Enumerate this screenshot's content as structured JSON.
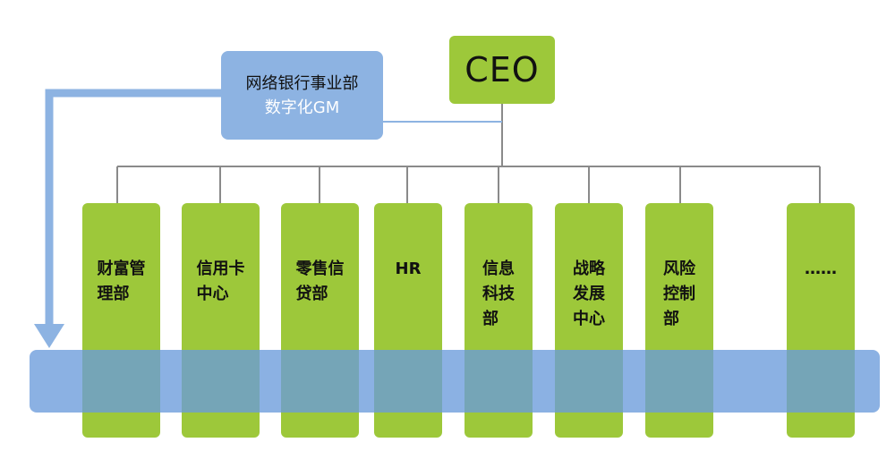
{
  "ceo": {
    "label": "CEO"
  },
  "gm": {
    "title": "网络银行事业部",
    "subtitle": "数字化GM"
  },
  "departments": [
    {
      "label": "财富管\n理部"
    },
    {
      "label": "信用卡\n中心"
    },
    {
      "label": "零售信\n贷部"
    },
    {
      "label": "HR"
    },
    {
      "label": "信息\n科技\n部"
    },
    {
      "label": "战略\n发展\n中心"
    },
    {
      "label": "风险\n控制\n部"
    },
    {
      "label": "……"
    }
  ],
  "colors": {
    "green": "#9dc83a",
    "blue": "#8db3e2",
    "connector": "#8a8a8a"
  }
}
